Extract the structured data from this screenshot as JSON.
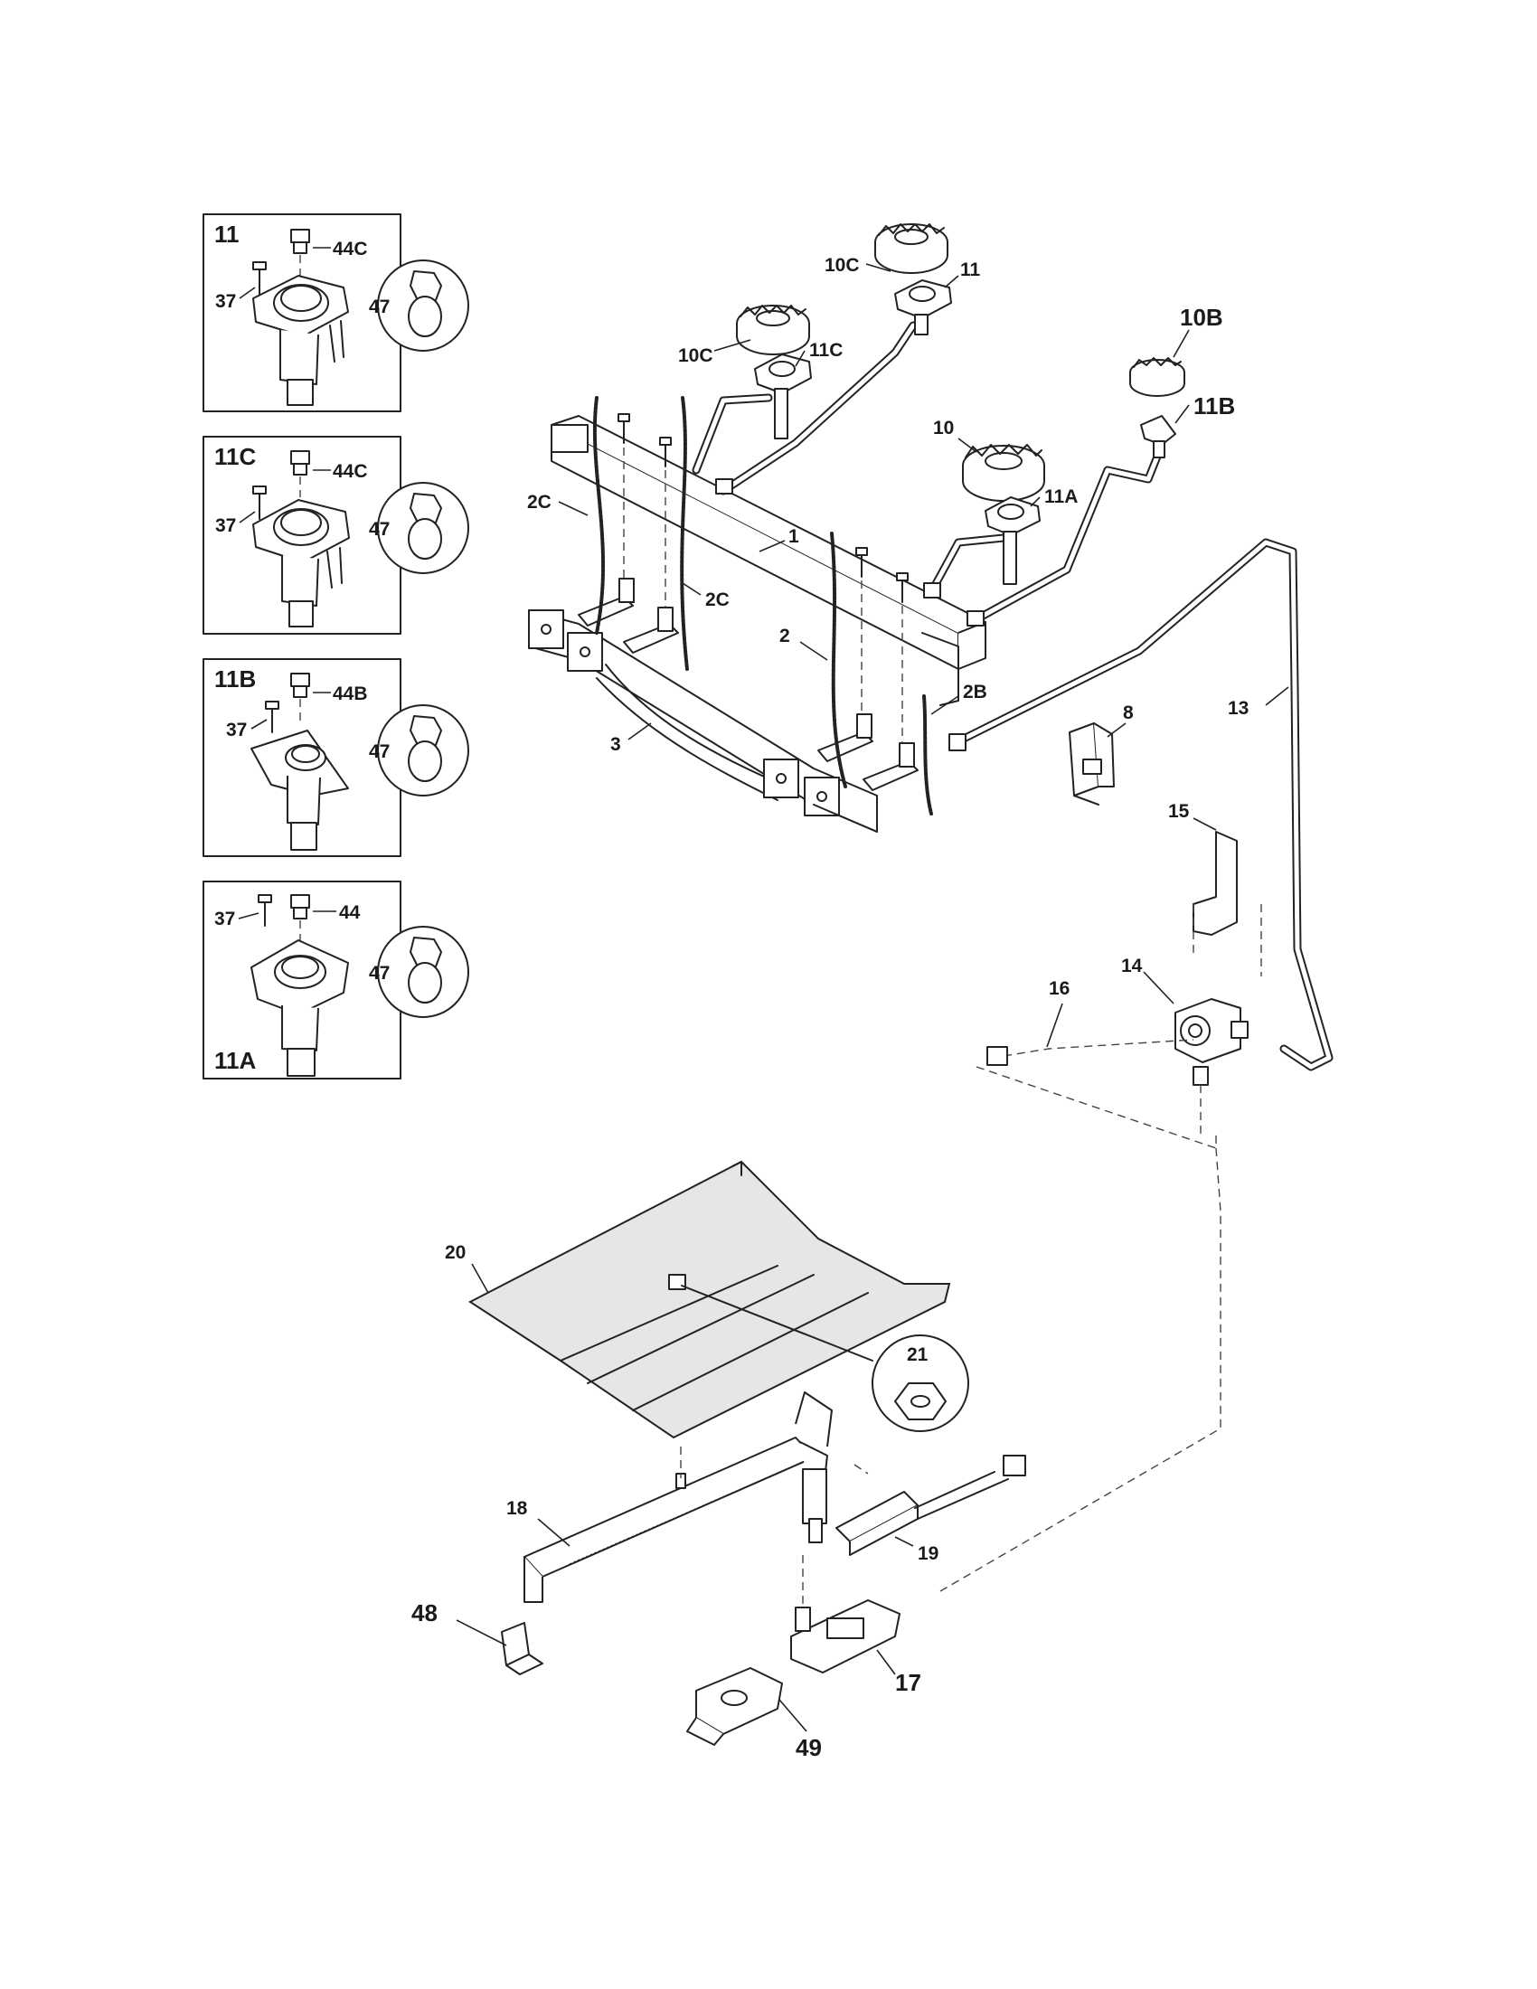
{
  "insets": [
    {
      "label": "11",
      "labels": [
        "44C",
        "37",
        "47"
      ]
    },
    {
      "label": "11C",
      "labels": [
        "44C",
        "37",
        "47"
      ]
    },
    {
      "label": "11B",
      "labels": [
        "44B",
        "37",
        "47"
      ]
    },
    {
      "label": "11A",
      "labels": [
        "37",
        "44",
        "47"
      ]
    }
  ],
  "labels": {
    "p10C_a": "10C",
    "p11": "11",
    "p10B": "10B",
    "p10C_b": "10C",
    "p11C": "11C",
    "p11B": "11B",
    "p10": "10",
    "p11A": "11A",
    "p2C_a": "2C",
    "p2C_b": "2C",
    "p1": "1",
    "p2": "2",
    "p2B": "2B",
    "p3": "3",
    "p8": "8",
    "p13": "13",
    "p15": "15",
    "p14": "14",
    "p16": "16",
    "p20": "20",
    "p21": "21",
    "p18": "18",
    "p19": "19",
    "p48": "48",
    "p17": "17",
    "p49": "49"
  }
}
